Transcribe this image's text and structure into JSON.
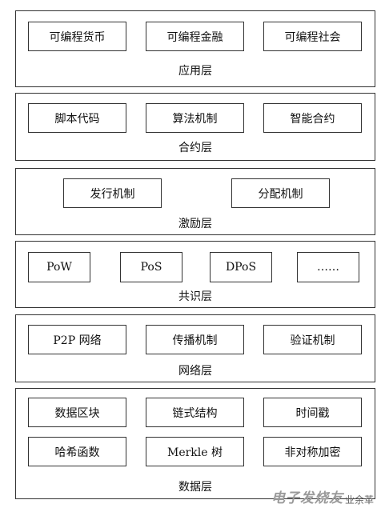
{
  "layers": {
    "application": {
      "label": "应用层",
      "items": [
        "可编程货币",
        "可编程金融",
        "可编程社会"
      ]
    },
    "contract": {
      "label": "合约层",
      "items": [
        "脚本代码",
        "算法机制",
        "智能合约"
      ]
    },
    "incentive": {
      "label": "激励层",
      "items": [
        "发行机制",
        "分配机制"
      ]
    },
    "consensus": {
      "label": "共识层",
      "items": [
        "PoW",
        "PoS",
        "DPoS",
        "……"
      ]
    },
    "network": {
      "label": "网络层",
      "items": [
        "P2P 网络",
        "传播机制",
        "验证机制"
      ]
    },
    "data": {
      "label": "数据层",
      "items": [
        "数据区块",
        "链式结构",
        "时间戳",
        "哈希函数",
        "Merkle 树",
        "非对称加密"
      ]
    }
  },
  "watermark": {
    "brand": "电子发烧友",
    "text": "业余革"
  }
}
